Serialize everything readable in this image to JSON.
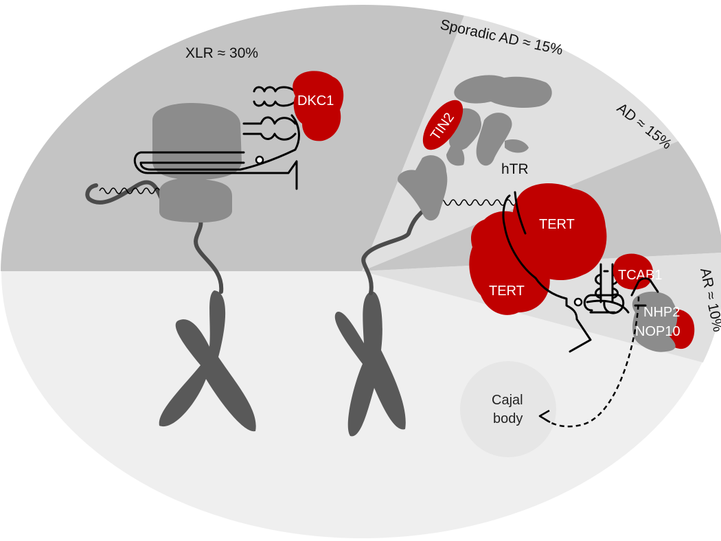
{
  "sectors": [
    {
      "id": "xlr",
      "label": "XLR ≈ 30%"
    },
    {
      "id": "sporadic_ad",
      "label": "Sporadic AD ≈ 15%"
    },
    {
      "id": "ad",
      "label": "AD ≈ 15%"
    },
    {
      "id": "ar",
      "label": "AR ≈ 10%"
    }
  ],
  "proteins": {
    "dkc1": "DKC1",
    "tin2": "TIN2",
    "tert_front": "TERT",
    "tert_back": "TERT",
    "tcab1": "TCAB1",
    "nhp2": "NHP2",
    "nop10": "NOP10"
  },
  "rna_label": "hTR",
  "cajal": {
    "line1": "Cajal",
    "line2": "body"
  },
  "colors": {
    "red": "#c00000",
    "grey_protein": "#8c8c8c",
    "dark_grey": "#7a7a7a",
    "chromosome": "#595959",
    "sector_dark": "#c4c4c4",
    "sector_light": "#e0e0e0",
    "background": "#efefef"
  }
}
